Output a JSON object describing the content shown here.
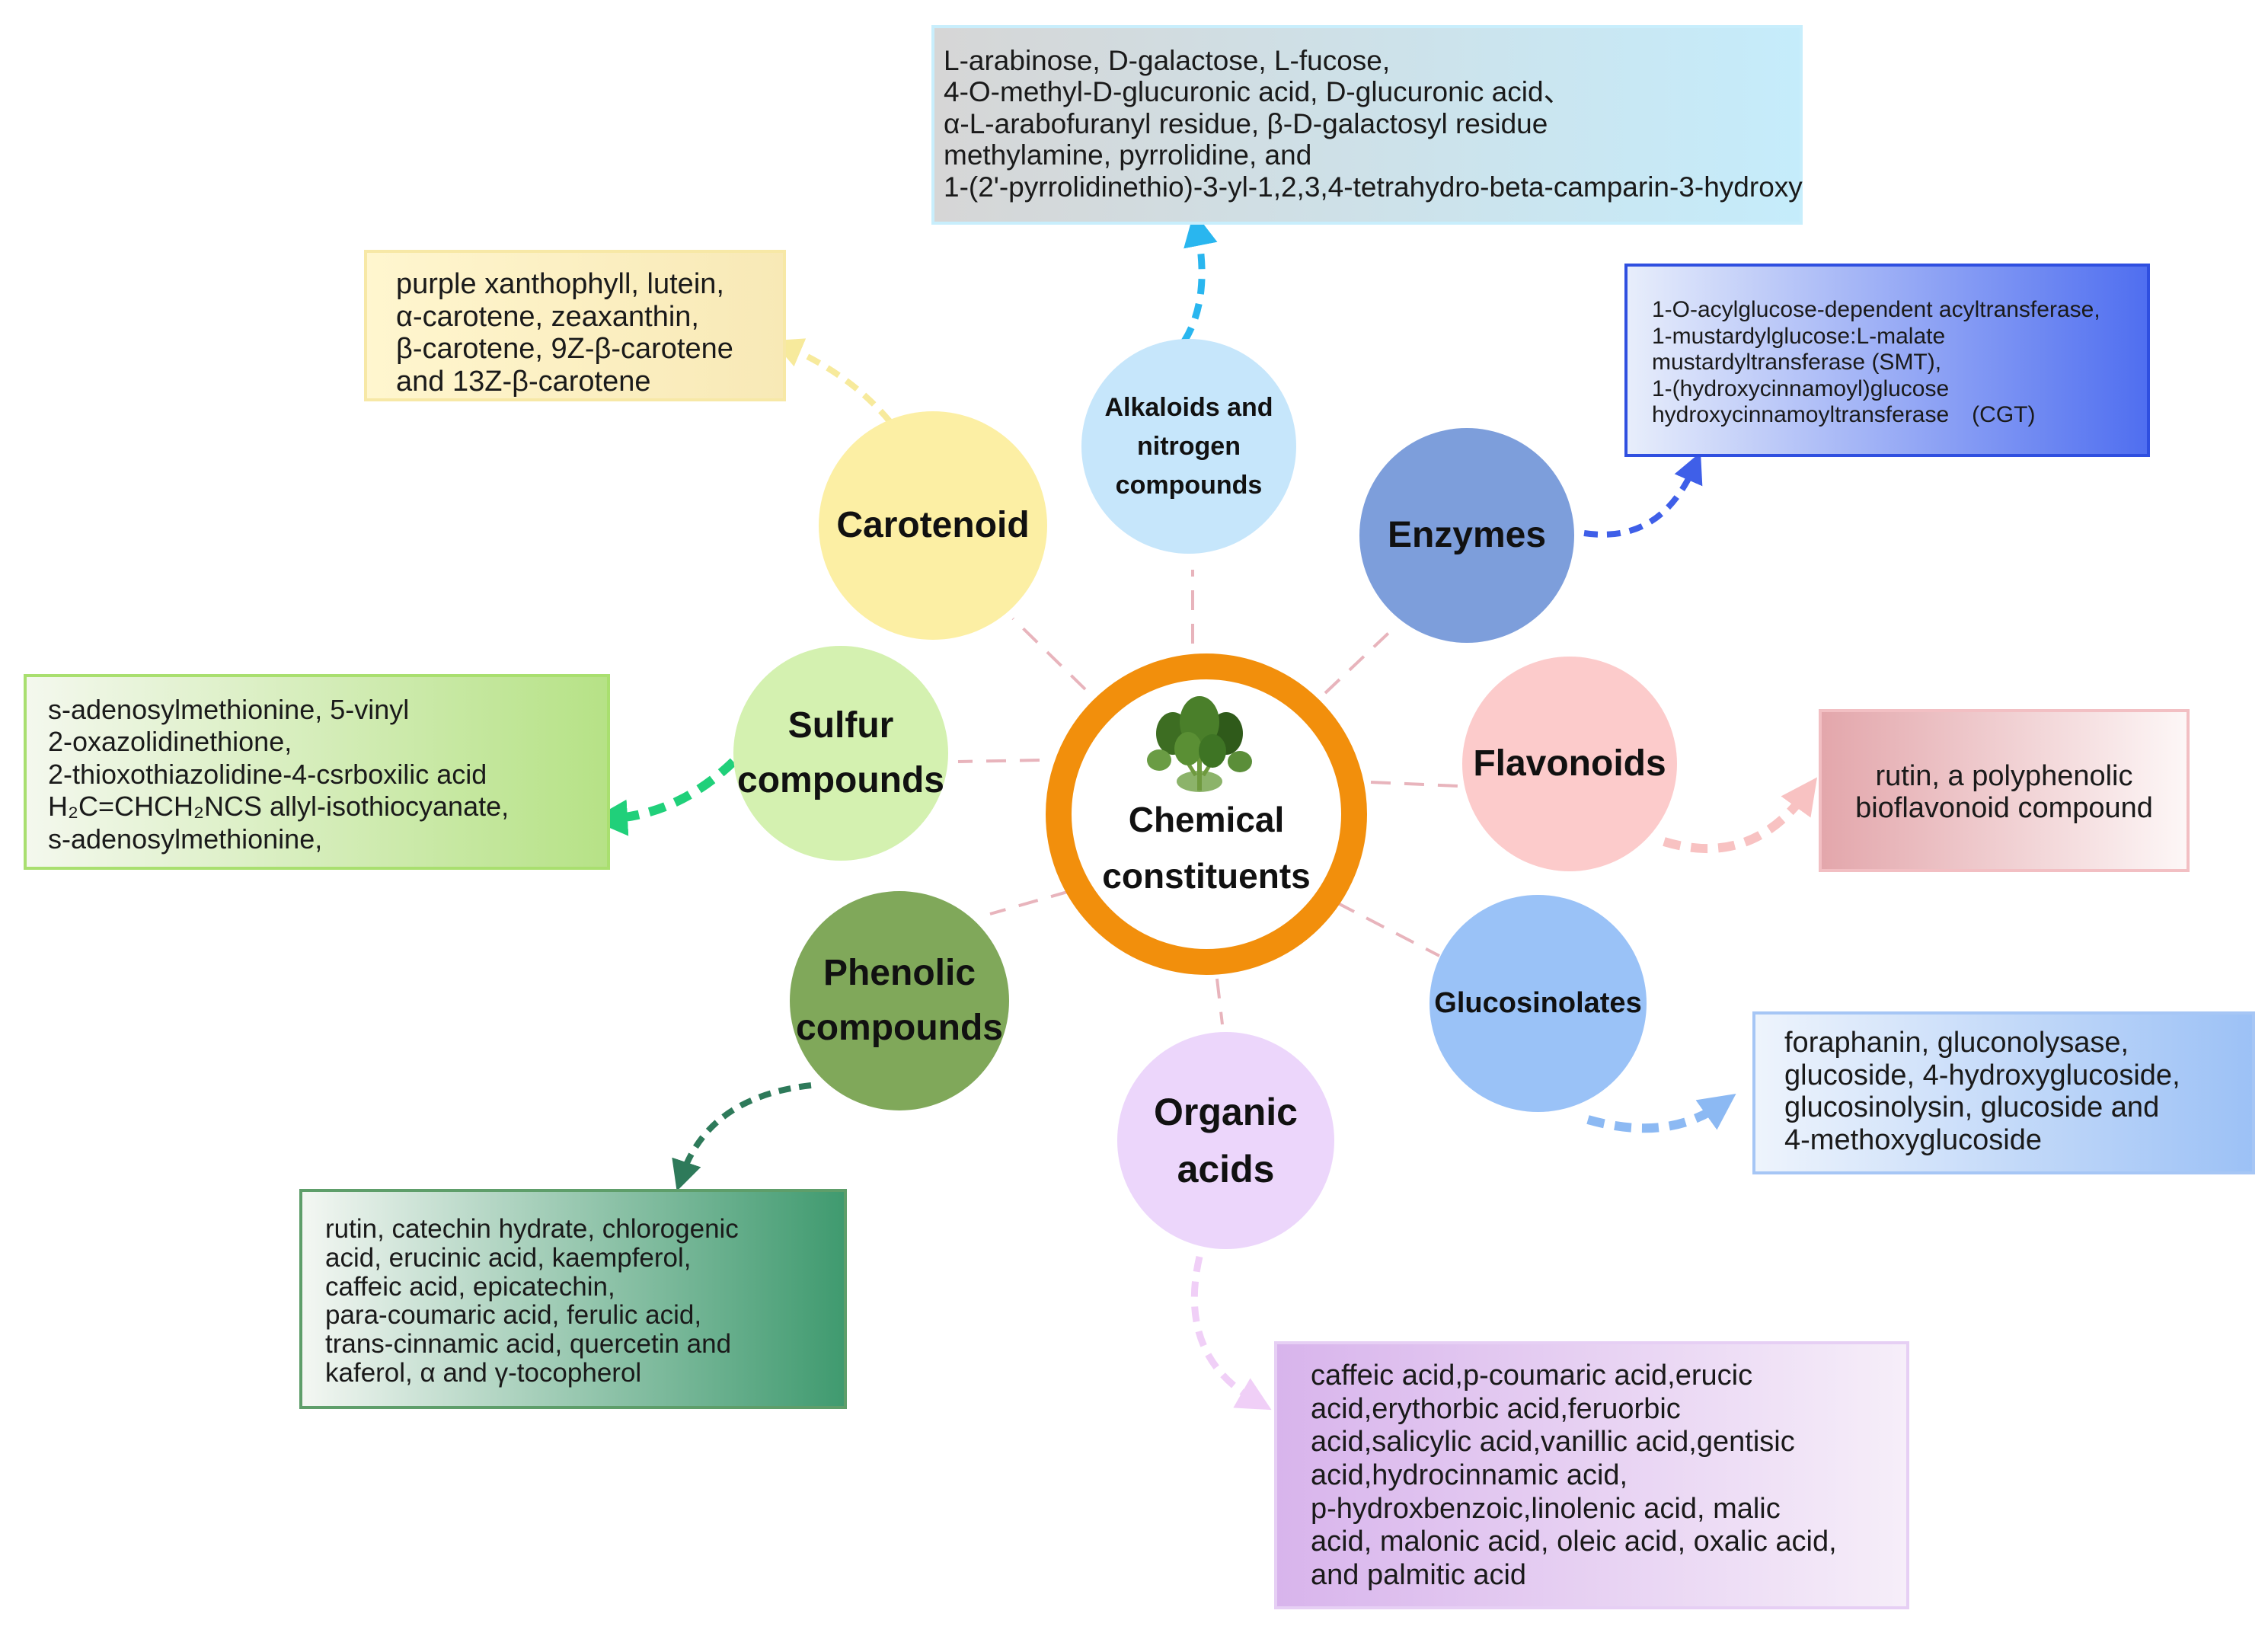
{
  "center": {
    "line1": "Chemical",
    "line2": "constituents",
    "icon": "plant-icon"
  },
  "categories": {
    "alkaloids": {
      "lines": [
        "Alkaloids and",
        "nitrogen",
        "compounds"
      ],
      "color": "#c6e6fb"
    },
    "carotenoid": {
      "lines": [
        "Carotenoid"
      ],
      "color": "#fcefa4"
    },
    "enzymes": {
      "lines": [
        "Enzymes"
      ],
      "color": "#7d9edb"
    },
    "sulfur": {
      "lines": [
        "Sulfur",
        "compounds"
      ],
      "color": "#d4f1b0"
    },
    "flavonoids": {
      "lines": [
        "Flavonoids"
      ],
      "color": "#fccbcb"
    },
    "phenolic": {
      "lines": [
        "Phenolic",
        "compounds"
      ],
      "color": "#80a85a"
    },
    "glucosinolates": {
      "lines": [
        "Glucosinolates"
      ],
      "color": "#9ac2f7"
    },
    "organic": {
      "lines": [
        "Organic",
        "acids"
      ],
      "color": "#ecd6fb"
    }
  },
  "boxes": {
    "alkaloids": {
      "lines": [
        "L-arabinose, D-galactose, L-fucose,",
        "4-O-methyl-D-glucuronic acid, D-glucuronic acid、",
        "α-L-arabofuranyl residue, β-D-galactosyl residue",
        " methylamine, pyrrolidine, and",
        "1-(2'-pyrrolidinethio)-3-yl-1,2,3,4-tetrahydro-beta-camparin-3-hydroxy"
      ]
    },
    "carotenoid": {
      "lines": [
        "purple xanthophyll, lutein,",
        "α-carotene, zeaxanthin,",
        "β-carotene, 9Z-β-carotene",
        "and 13Z-β-carotene"
      ]
    },
    "enzymes": {
      "lines": [
        "1-O-acylglucose-dependent acyltransferase,",
        "1-mustardylglucose:L-malate",
        "mustardyltransferase (SMT),",
        "1-(hydroxycinnamoyl)glucose",
        "hydroxycinnamoyltransferase　(CGT)"
      ]
    },
    "sulfur": {
      "lines": [
        "s-adenosylmethionine, 5-vinyl",
        "2-oxazolidinethione,",
        "2-thioxothiazolidine-4-csrboxilic acid",
        "H₂C=CHCH₂NCS allyl-isothiocyanate,",
        "s-adenosylmethionine,"
      ]
    },
    "flavonoids": {
      "lines": [
        "rutin, a polyphenolic",
        "bioflavonoid compound"
      ]
    },
    "glucosinolates": {
      "lines": [
        "foraphanin, gluconolysase,",
        "glucoside, 4-hydroxyglucoside,",
        "glucosinolysin, glucoside and",
        "4-methoxyglucoside"
      ]
    },
    "phenolic": {
      "lines": [
        "rutin, catechin hydrate, chlorogenic",
        "acid, erucinic acid, kaempferol,",
        "caffeic acid,  epicatechin,",
        "para-coumaric acid,  ferulic acid,",
        "trans-cinnamic acid,  quercetin and",
        "kaferol, α and γ-tocopherol"
      ]
    },
    "organic": {
      "lines": [
        "caffeic acid,p-coumaric acid,erucic",
        "acid,erythorbic acid,feruorbic",
        "acid,salicylic acid,vanillic acid,gentisic",
        "acid,hydrocinnamic acid,",
        "p-hydroxbenzoic,linolenic acid, malic",
        "acid, malonic acid, oleic acid, oxalic acid,",
        "and palmitic acid"
      ]
    }
  },
  "colors": {
    "ring": "#f28f0c",
    "connector": "#e8b4bc"
  }
}
